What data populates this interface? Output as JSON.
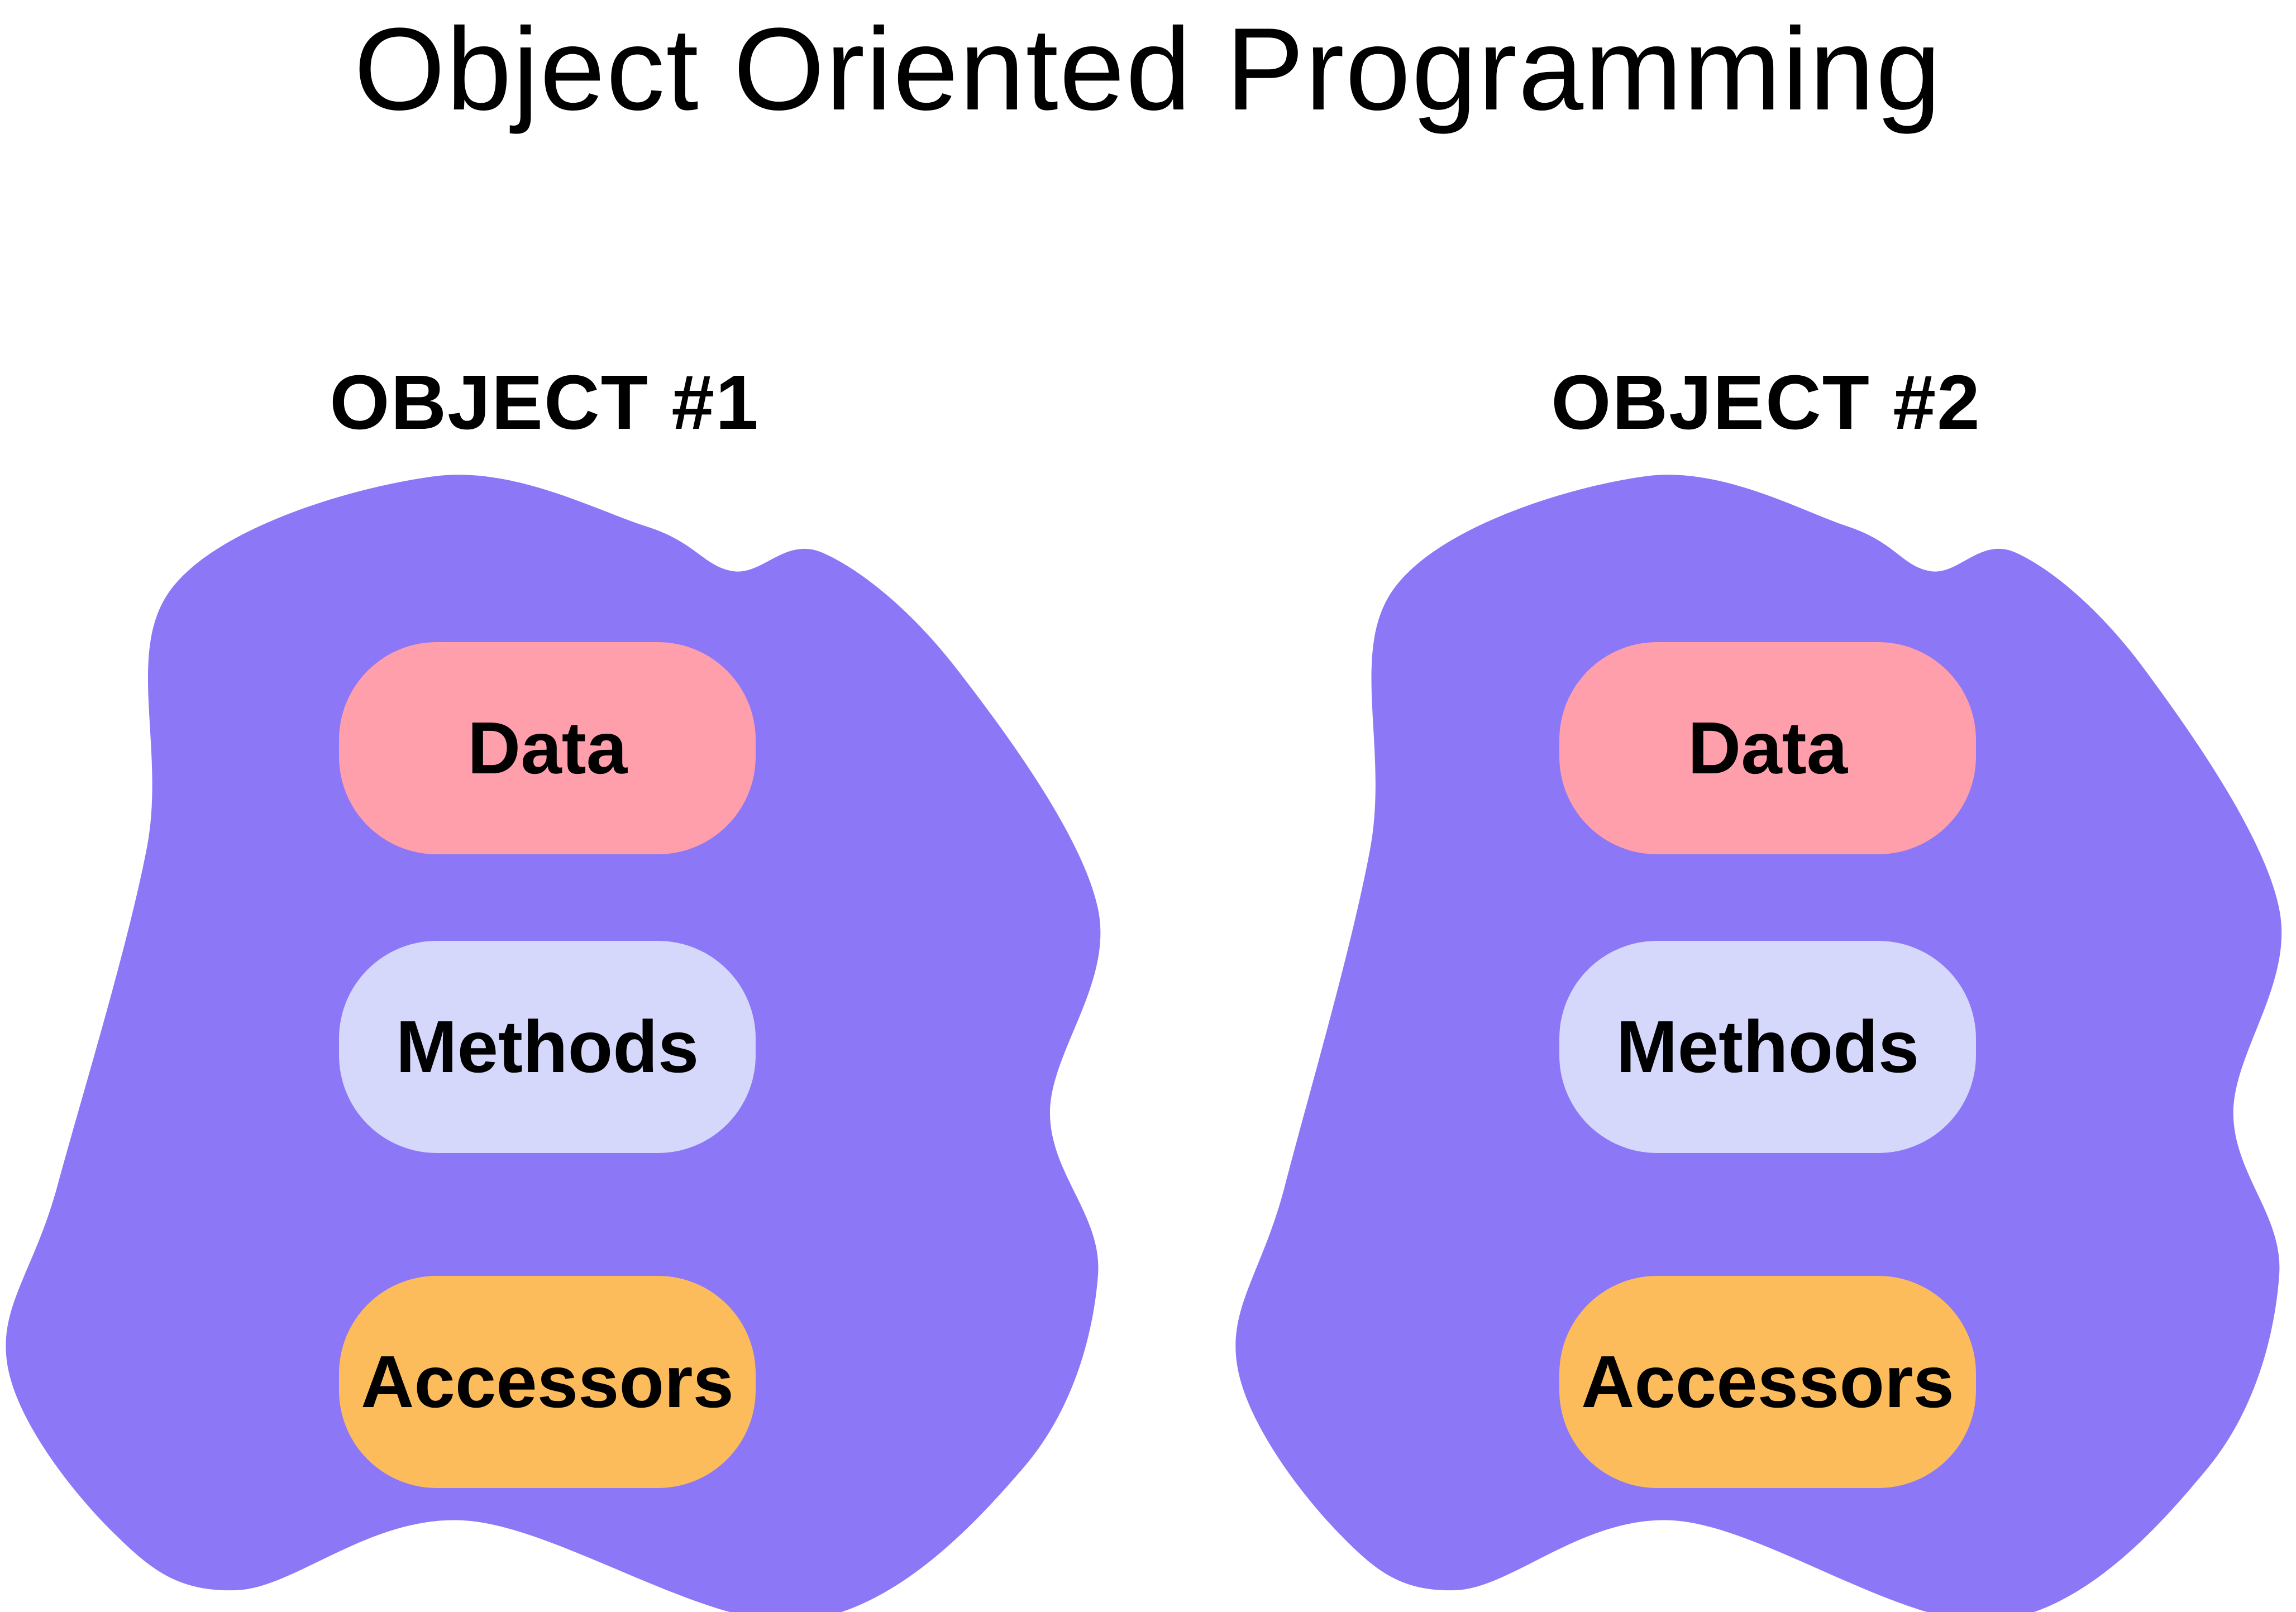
{
  "title": "Object Oriented Programming",
  "colors": {
    "background": "#FFFFFF",
    "text": "#000000",
    "blob": "#8C77F7",
    "data_pill": "#FF9FAB",
    "methods_pill": "#D5D7FB",
    "accessors_pill": "#FDBC5B"
  },
  "objects": [
    {
      "label": "OBJECT #1",
      "pills": [
        {
          "label": "Data",
          "color_key": "data_pill"
        },
        {
          "label": "Methods",
          "color_key": "methods_pill"
        },
        {
          "label": "Accessors",
          "color_key": "accessors_pill"
        }
      ]
    },
    {
      "label": "OBJECT #2",
      "pills": [
        {
          "label": "Data",
          "color_key": "data_pill"
        },
        {
          "label": "Methods",
          "color_key": "methods_pill"
        },
        {
          "label": "Accessors",
          "color_key": "accessors_pill"
        }
      ]
    }
  ]
}
